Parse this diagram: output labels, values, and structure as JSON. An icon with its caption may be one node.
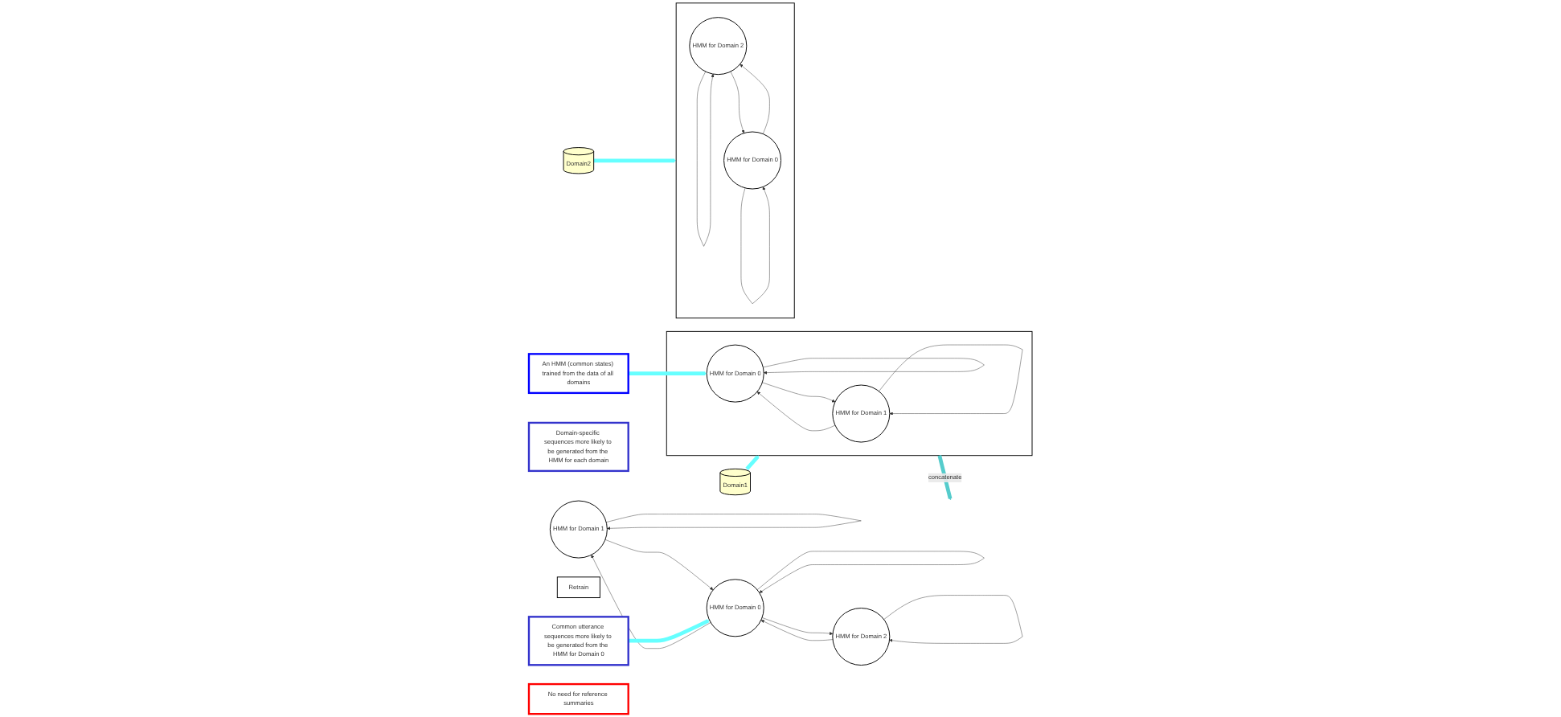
{
  "diagram": {
    "nodes": [
      {
        "text": [
          "An HMM (common states) trained from the data of all domains"
        ]
      },
      {
        "text": [],
        "shape": "box"
      },
      {
        "text": [
          "HMM for Domain 1"
        ],
        "in": 1
      },
      {
        "text": [
          "HMM for Domain 0"
        ],
        "in": 1
      },
      {
        "text": [],
        "shape": "box"
      },
      {
        "text": [
          "HMM for Domain 2"
        ],
        "in": 4
      },
      {
        "text": [
          "HMM for Domain 0"
        ],
        "in": 4
      },
      {
        "text": [
          "HMM for Domain 1"
        ]
      },
      {
        "text": [
          "HMM for Domain 2"
        ]
      },
      {
        "text": [
          "HMM for Domain 0"
        ]
      },
      {
        "text": [
          "Domain-specific sequences more likely to be generated from the HMM for each domain"
        ]
      },
      {
        "text": [
          "Common utterance sequences more likely to be generated from the HMM for Domain 0"
        ]
      },
      {
        "text": [
          "Retrain"
        ]
      },
      {
        "text": [
          "Domain1"
        ]
      },
      {
        "text": [
          "Domain2"
        ]
      },
      {
        "text": [
          "No need for reference summaries"
        ]
      }
    ],
    "edges": [
      {
        "from": 0,
        "to": 3,
        "arrow": "to",
        "style": "thick",
        "color": "#66ffff"
      },
      {
        "from": 2,
        "to": 2,
        "arrow": "to"
      },
      {
        "from": 2,
        "to": 3,
        "arrow": "to"
      },
      {
        "from": 3,
        "to": 2,
        "arrow": "to"
      },
      {
        "from": 3,
        "to": 3,
        "arrow": "to"
      },
      {
        "from": 5,
        "to": 5,
        "arrow": "to"
      },
      {
        "from": 5,
        "to": 6,
        "arrow": "to"
      },
      {
        "from": 6,
        "to": 5,
        "arrow": "to"
      },
      {
        "from": 6,
        "to": 6,
        "arrow": "to"
      },
      {
        "from": 1,
        "to": null,
        "arrow": "to",
        "label": "concatenate",
        "style": "thick",
        "color": "#55cccc"
      },
      {
        "from": 7,
        "to": 7,
        "arrow": "to"
      },
      {
        "from": 7,
        "to": 9,
        "arrow": "to"
      },
      {
        "from": 9,
        "to": 7,
        "arrow": "to"
      },
      {
        "from": 9,
        "to": 8,
        "arrow": "to"
      },
      {
        "from": 8,
        "to": 9,
        "arrow": "to"
      },
      {
        "from": 8,
        "to": 8,
        "arrow": "to"
      },
      {
        "from": 9,
        "to": 9,
        "arrow": "to"
      },
      {
        "from": 11,
        "to": 9,
        "arrow": "to",
        "style": "thick",
        "color": "#66ffff"
      },
      {
        "from": 13,
        "to": 1,
        "arrow": "to",
        "style": "thick",
        "color": "#66ffff"
      },
      {
        "from": 14,
        "to": 4,
        "arrow": "to",
        "style": "thick",
        "color": "#66ffff"
      }
    ]
  }
}
